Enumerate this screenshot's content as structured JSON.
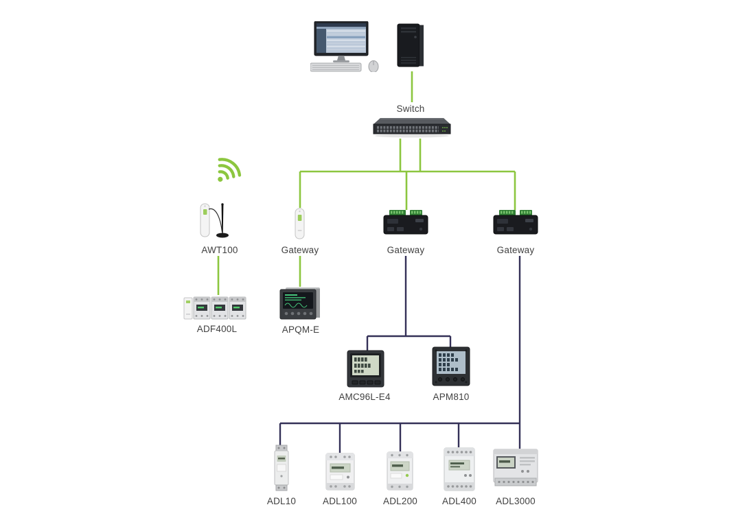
{
  "colors": {
    "green_line": "#8CC63F",
    "dark_line": "#343057",
    "label_text": "#3F3F3F",
    "background": "#FFFFFF"
  },
  "nodes": {
    "switch": {
      "label": "Switch"
    },
    "awt100": {
      "label": "AWT100"
    },
    "gateway_left": {
      "label": "Gateway"
    },
    "gateway_mid": {
      "label": "Gateway"
    },
    "gateway_right": {
      "label": "Gateway"
    },
    "adf400l": {
      "label": "ADF400L"
    },
    "apqm_e": {
      "label": "APQM-E"
    },
    "amc96l_e4": {
      "label": "AMC96L-E4"
    },
    "apm810": {
      "label": "APM810"
    },
    "adl10": {
      "label": "ADL10"
    },
    "adl100": {
      "label": "ADL100"
    },
    "adl200": {
      "label": "ADL200"
    },
    "adl400": {
      "label": "ADL400"
    },
    "adl3000": {
      "label": "ADL3000"
    }
  },
  "icons": {
    "monitoring_station": "desktop-computer-icon",
    "server": "pc-tower-icon",
    "switch": "network-switch-icon",
    "wireless": "wifi-icon"
  },
  "edges": [
    {
      "from": "computer",
      "to": "switch",
      "color": "green"
    },
    {
      "from": "switch",
      "to": "gateway_left",
      "color": "green"
    },
    {
      "from": "switch",
      "to": "gateway_mid",
      "color": "green"
    },
    {
      "from": "switch",
      "to": "gateway_right",
      "color": "green"
    },
    {
      "from": "awt100",
      "to": "adf400l",
      "color": "green"
    },
    {
      "from": "gateway_left",
      "to": "apqm_e",
      "color": "green"
    },
    {
      "from": "gateway_mid",
      "to": "amc96l_e4",
      "color": "dark"
    },
    {
      "from": "gateway_mid",
      "to": "apm810",
      "color": "dark"
    },
    {
      "from": "gateway_right",
      "to": "adl10",
      "color": "dark"
    },
    {
      "from": "gateway_right",
      "to": "adl100",
      "color": "dark"
    },
    {
      "from": "gateway_right",
      "to": "adl200",
      "color": "dark"
    },
    {
      "from": "gateway_right",
      "to": "adl400",
      "color": "dark"
    },
    {
      "from": "gateway_right",
      "to": "adl3000",
      "color": "dark"
    }
  ]
}
